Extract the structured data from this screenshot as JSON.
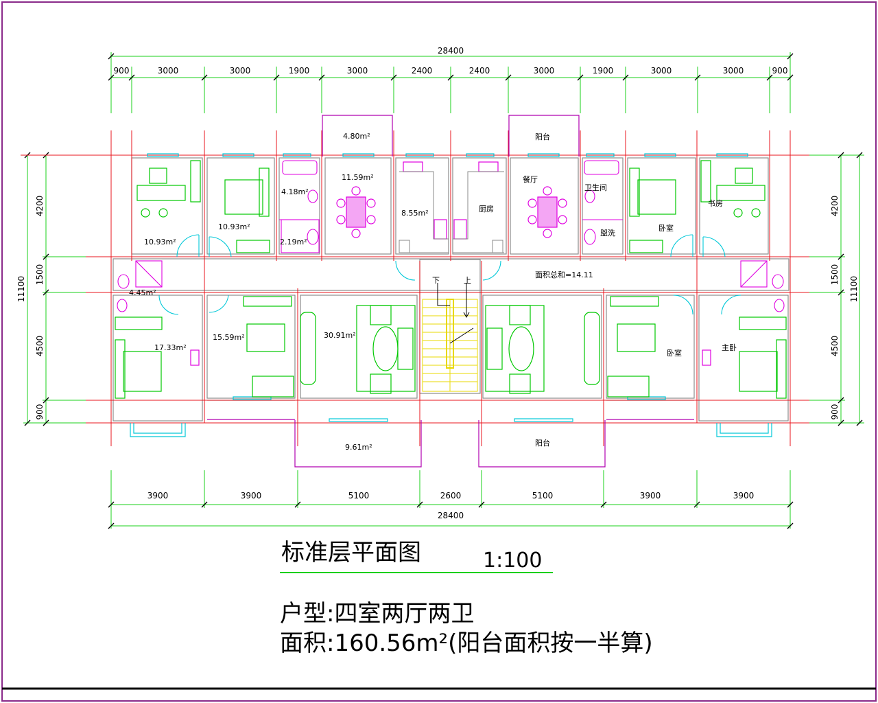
{
  "drawing": {
    "title": "标准层平面图",
    "scale": "1:100",
    "unit_type": "户型:四室两厅两卫",
    "area": "面积:160.56m²(阳台面积按一半算)"
  },
  "dimensions": {
    "top_total": "28400",
    "top": [
      "900",
      "3000",
      "3000",
      "1900",
      "3000",
      "2400",
      "2400",
      "3000",
      "1900",
      "3000",
      "3000",
      "900"
    ],
    "bottom": [
      "3900",
      "3900",
      "5100",
      "2600",
      "5100",
      "3900",
      "3900"
    ],
    "bottom_total": "28400",
    "left": [
      "4200",
      "1500",
      "4500",
      "900"
    ],
    "left_total": "11100",
    "right": [
      "4200",
      "1500",
      "4500",
      "900"
    ],
    "right_total": "11100"
  },
  "rooms": {
    "r1": "10.93m²",
    "r2": "10.93m²",
    "r3": "4.18m²",
    "r4": "2.19m²",
    "r5": "11.59m²",
    "r6": "8.55m²",
    "r7": "4.80m²",
    "r8": "4.45m²",
    "r9": "17.33m²",
    "r10": "15.59m²",
    "r11": "30.91m²",
    "r12": "9.61m²",
    "balcony_top": "阳台",
    "balcony_bottom": "阳台",
    "kitchen": "厨房",
    "dining": "餐厅",
    "bathroom": "卫生间",
    "wash": "盥洗",
    "bedroom_top": "卧室",
    "study": "书房",
    "bedroom_bottom": "卧室",
    "master": "主卧",
    "stair_down": "下",
    "stair_up": "上",
    "corridor_area": "面积总和=14.11"
  },
  "colors": {
    "axis": "#e8141c",
    "dim_line": "#18d018",
    "wall": "#9a9a9a",
    "furniture_green": "#00c800",
    "furniture_magenta": "#e000e0",
    "window_cyan": "#00c8d8",
    "stair_yellow": "#e8d800",
    "frame": "#8a2a8a"
  }
}
